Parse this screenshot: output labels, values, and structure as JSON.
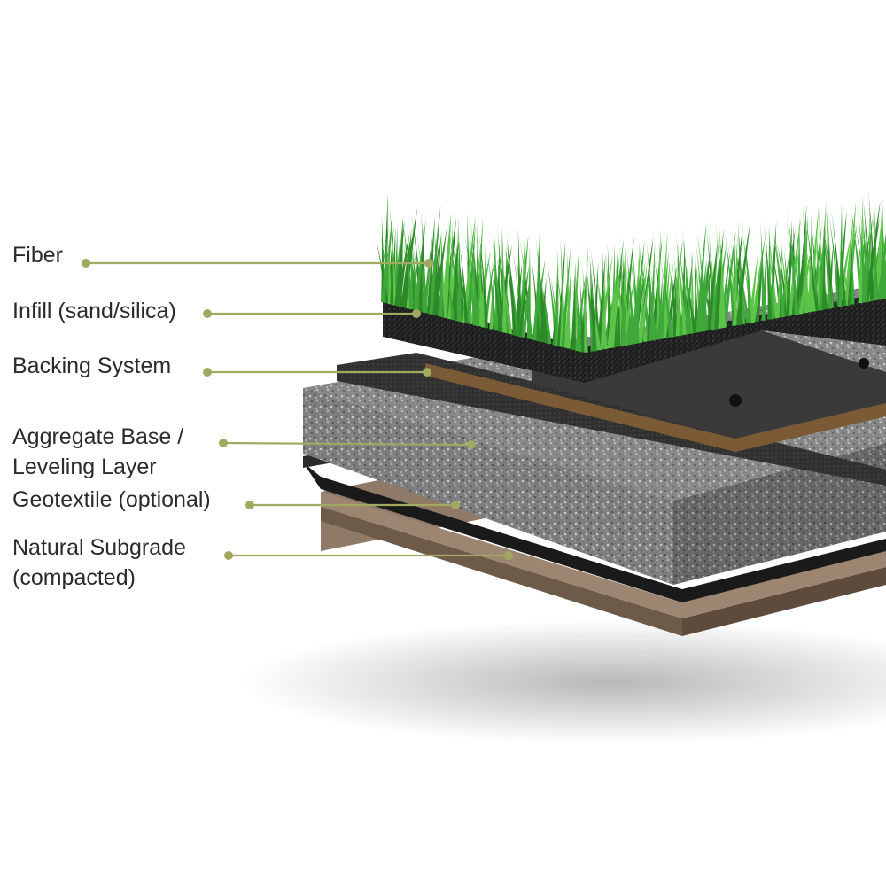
{
  "diagram": {
    "layers": [
      {
        "id": "fiber",
        "label": "Fiber"
      },
      {
        "id": "infill",
        "label": "Infill (sand/silica)"
      },
      {
        "id": "backing",
        "label": "Backing System"
      },
      {
        "id": "aggregate",
        "label": "Aggregate Base /\nLeveling Layer"
      },
      {
        "id": "geotextile",
        "label": "Geotextile (optional)"
      },
      {
        "id": "subgrade",
        "label": "Natural Subgrade\n(compacted)"
      }
    ]
  },
  "colors": {
    "leader": "#a3a861",
    "label_text": "#2b2b2b",
    "grass": "#3fa83a",
    "infill": "#1e1e1e",
    "backing": "#3a3a3a",
    "aggregate": "#8c8c8c",
    "geotextile": "#1a1a1a",
    "subgrade": "#7a6655"
  }
}
